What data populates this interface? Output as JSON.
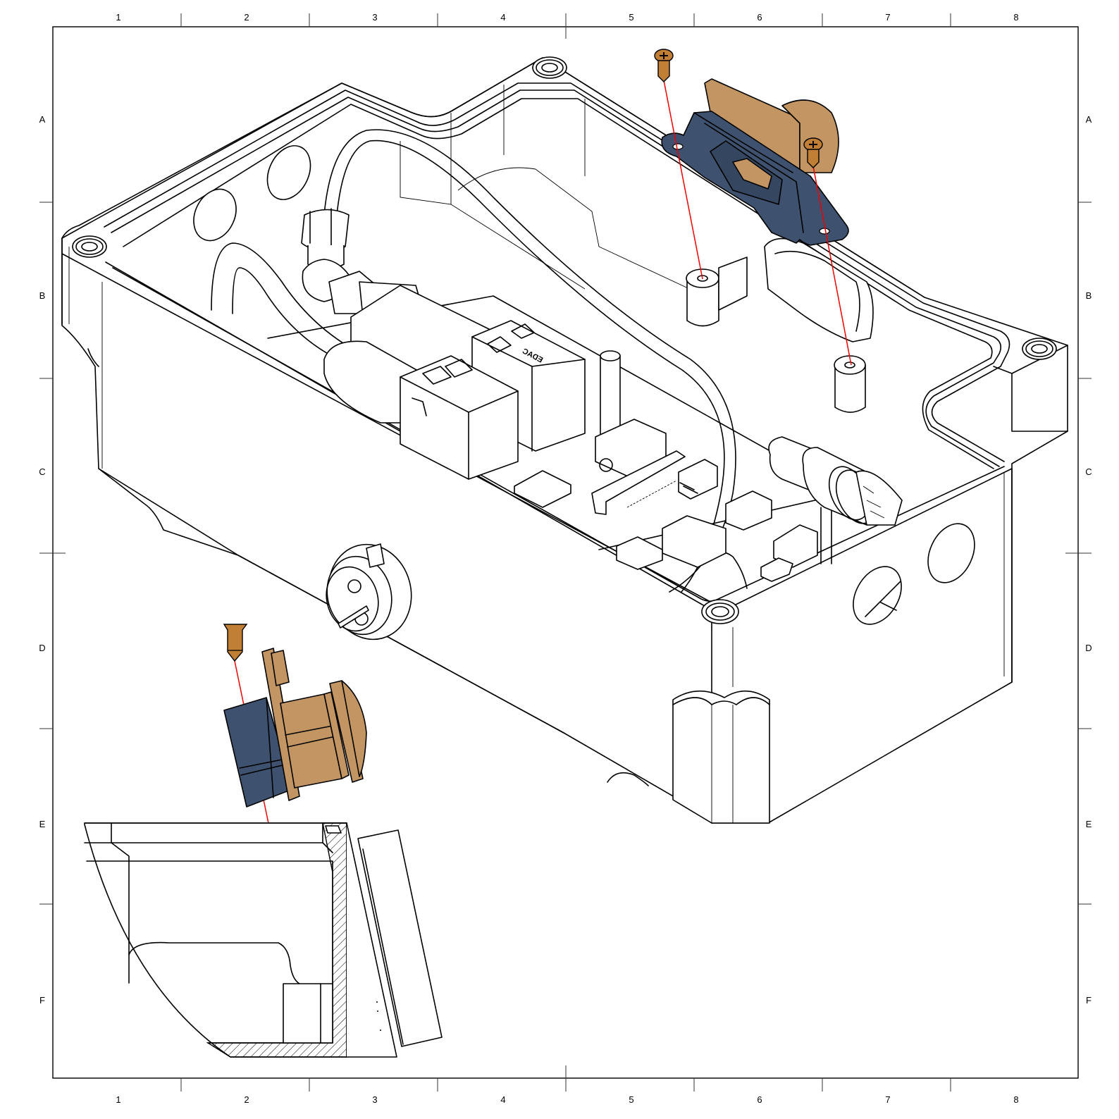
{
  "drawing": {
    "type": "exploded isometric assembly drawing",
    "subject": "enclosure with PCB, connectors, tubing and mounting bracket",
    "colors": {
      "line": "#000000",
      "background": "#ffffff",
      "explode_line": "#ee0000",
      "bracket": "#3e526f",
      "connector": "#c29563",
      "screw": "#c17f35"
    }
  },
  "frame": {
    "columns_top": [
      "1",
      "2",
      "3",
      "4",
      "5",
      "6",
      "7",
      "8"
    ],
    "columns_bottom": [
      "1",
      "2",
      "3",
      "4",
      "5",
      "6",
      "7",
      "8"
    ],
    "rows_left": [
      "A",
      "B",
      "C",
      "D",
      "E",
      "F"
    ],
    "rows_right": [
      "A",
      "B",
      "C",
      "D",
      "E",
      "F"
    ]
  },
  "pcb_markings": {
    "connector_brand": "EDAC"
  },
  "components": [
    {
      "name": "enclosure-box"
    },
    {
      "name": "mounting-bracket",
      "color": "#3e526f"
    },
    {
      "name": "circular-connector",
      "color": "#c29563"
    },
    {
      "name": "screw-top-left"
    },
    {
      "name": "screw-top-right"
    },
    {
      "name": "screw-lower"
    },
    {
      "name": "rj45-jack-1"
    },
    {
      "name": "rj45-jack-2"
    },
    {
      "name": "usb-connectors"
    },
    {
      "name": "sma-fittings"
    },
    {
      "name": "cable-gland"
    },
    {
      "name": "panel-socket"
    },
    {
      "name": "section-view-detail"
    }
  ]
}
